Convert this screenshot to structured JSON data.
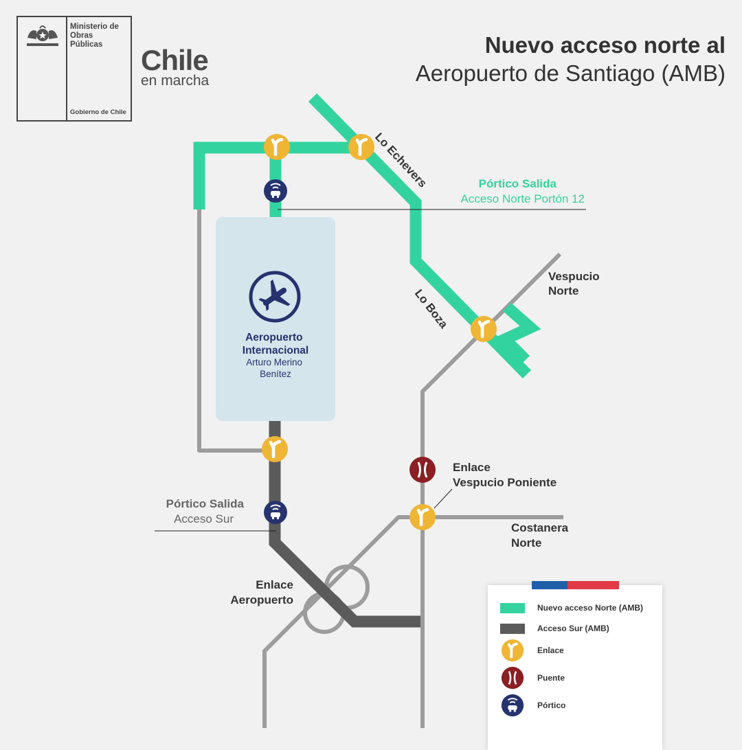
{
  "header": {
    "title_bold": "Nuevo acceso norte al",
    "title_regular": "Aeropuerto de Santiago (AMB)"
  },
  "logo": {
    "ministry": [
      "Ministerio de",
      "Obras",
      "Públicas"
    ],
    "government": "Gobierno de Chile",
    "brand_main": "Chile",
    "brand_sub": "en marcha"
  },
  "map": {
    "airport": {
      "name_line1": "Aeropuerto",
      "name_line2": "Internacional",
      "sub_line1": "Arturo Merino",
      "sub_line2": "Benítez"
    },
    "roads": {
      "lo_echevers": "Lo Echevers",
      "lo_boza": "Lo Boza",
      "vespucio_norte_1": "Vespucio",
      "vespucio_norte_2": "Norte",
      "costanera_1": "Costanera",
      "costanera_2": "Norte"
    },
    "callouts": {
      "portico_norte_1": "Pórtico Salida",
      "portico_norte_2": "Acceso Norte Portón 12",
      "portico_sur_1": "Pórtico Salida",
      "portico_sur_2": "Acceso Sur",
      "enlace_vp_1": "Enlace",
      "enlace_vp_2": "Vespucio Poniente",
      "enlace_aero_1": "Enlace",
      "enlace_aero_2": "Aeropuerto"
    }
  },
  "legend": {
    "items": [
      {
        "label": "Nuevo acceso Norte (AMB)",
        "icon": "teal-line"
      },
      {
        "label": "Acceso Sur (AMB)",
        "icon": "gray-line"
      },
      {
        "label": "Enlace",
        "icon": "enlace-icon"
      },
      {
        "label": "Puente",
        "icon": "puente-icon"
      },
      {
        "label": "Pórtico",
        "icon": "portico-icon"
      }
    ]
  },
  "colors": {
    "nuevo_norte": "#33d39f",
    "acceso_sur": "#5b5b5b",
    "road": "#9c9c9c",
    "enlace": "#efb535",
    "puente": "#8a1f24",
    "portico": "#27336f",
    "airport_bg": "#d5e5ec",
    "flag_blue": "#1f5ea8",
    "flag_red": "#e23a46"
  }
}
